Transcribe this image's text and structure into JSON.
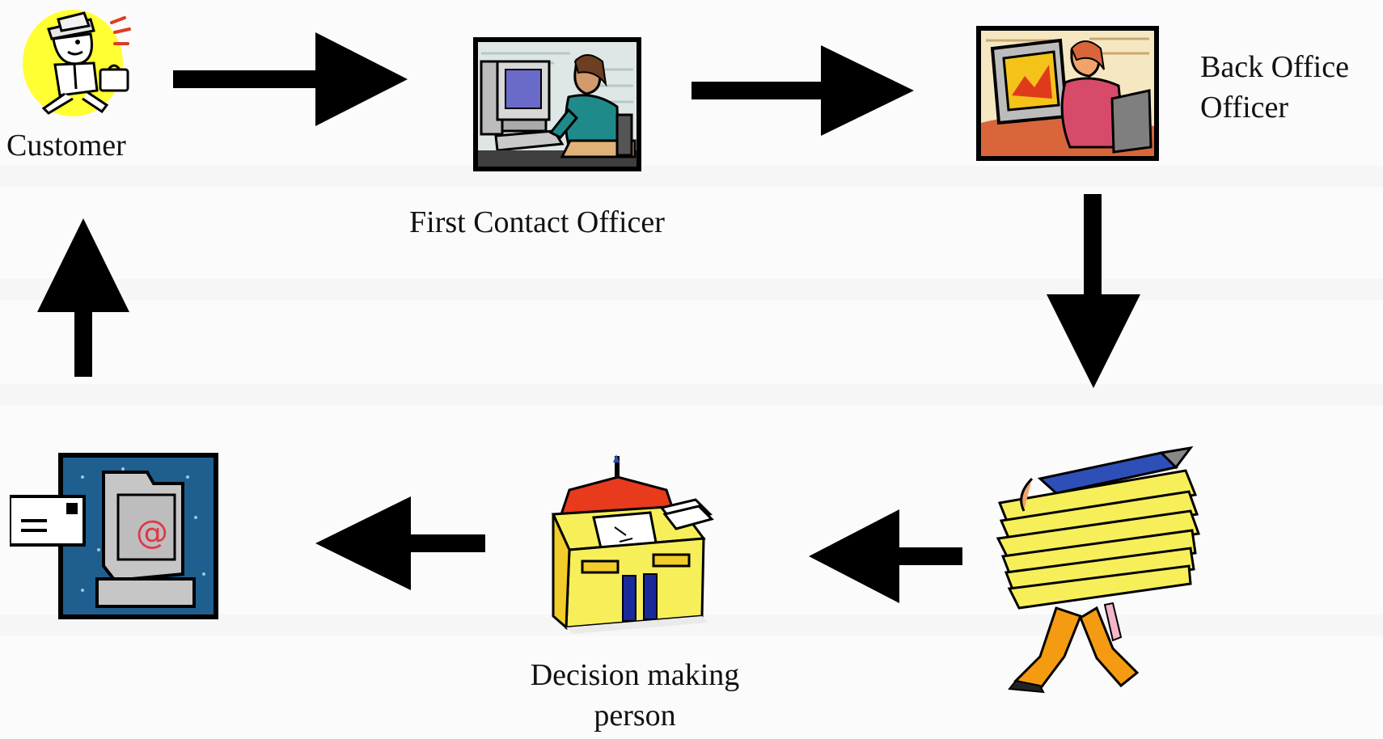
{
  "nodes": {
    "customer": {
      "label": "Customer",
      "icon": "running-businessman-icon"
    },
    "first_contact": {
      "label": "First Contact Officer",
      "icon": "office-worker-computer-icon"
    },
    "back_office": {
      "label_line1": "Back Office",
      "label_line2": "Officer",
      "icon": "worker-at-monitor-icon"
    },
    "paperwork": {
      "icon": "man-carrying-papers-icon"
    },
    "decision": {
      "label_line1": "Decision making",
      "label_line2": "person",
      "icon": "desk-with-papers-icon"
    },
    "email": {
      "icon": "email-computer-icon"
    }
  },
  "colors": {
    "arrow": "#000000",
    "yellow": "#ffff33",
    "email_bg": "#1f5f8f",
    "paper": "#f7ef5a",
    "orange": "#f59b12"
  }
}
